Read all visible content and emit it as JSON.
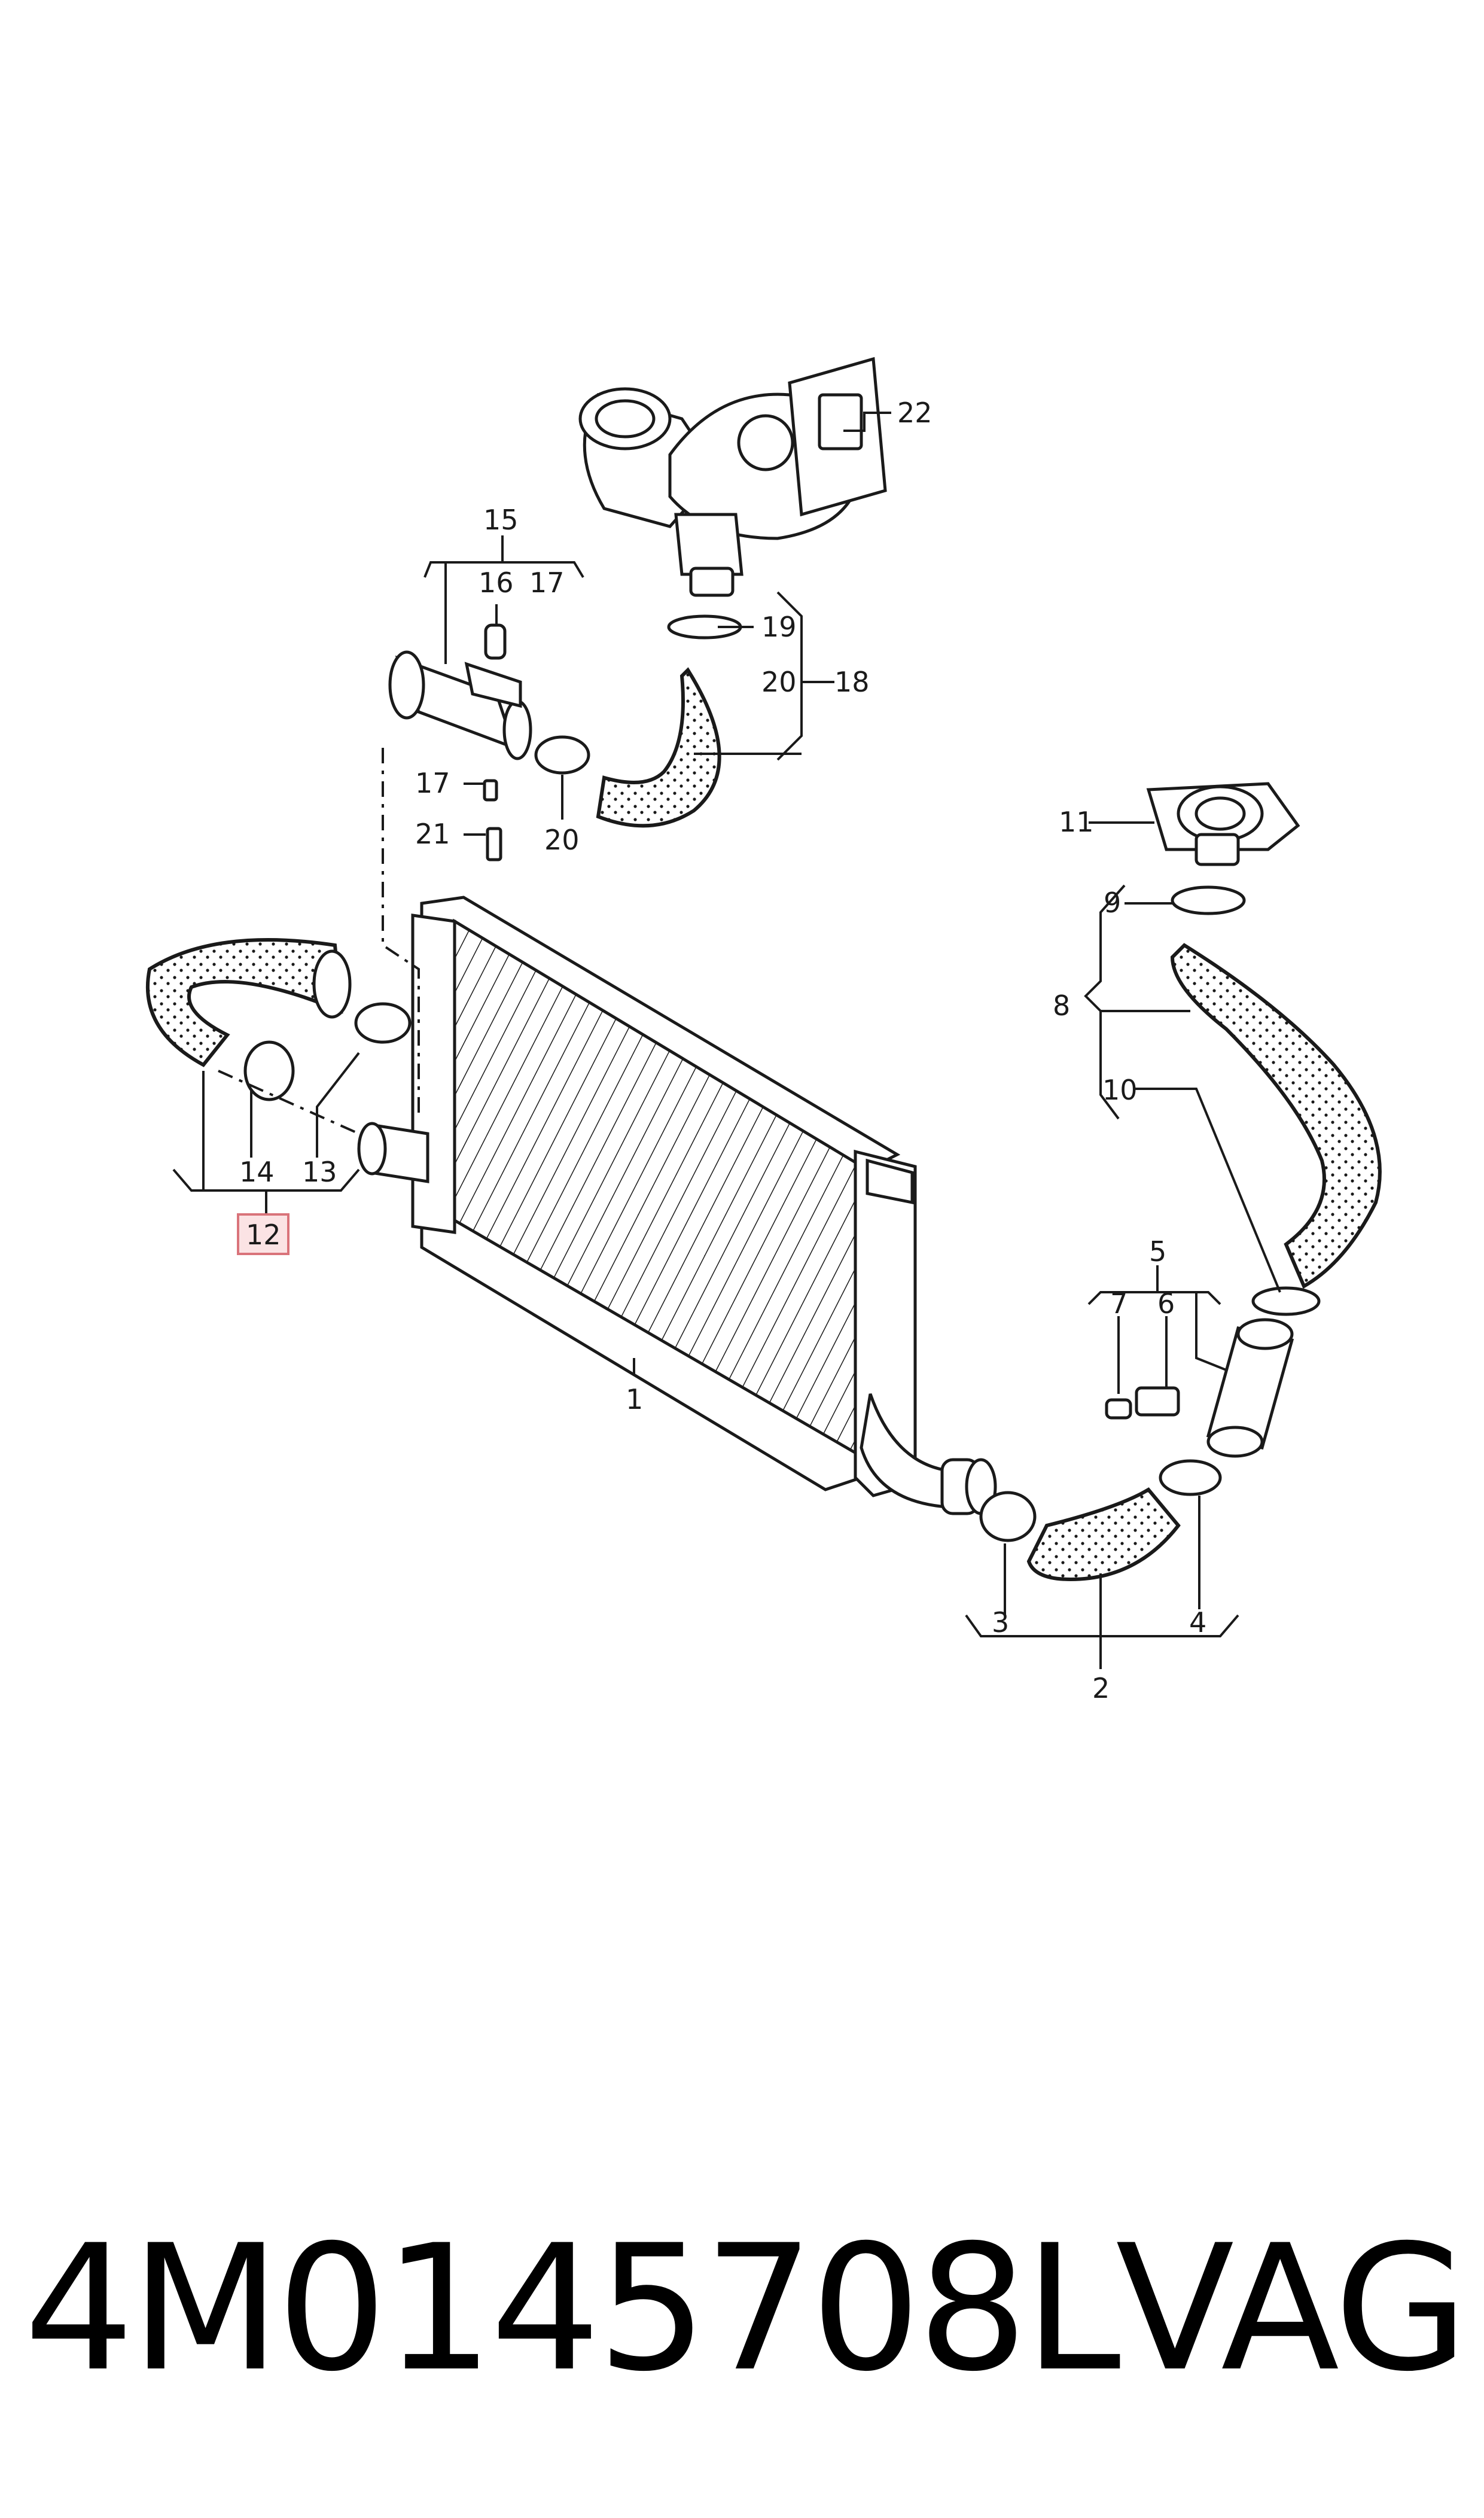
{
  "callouts": {
    "c1": "1",
    "c2": "2",
    "c3": "3",
    "c4": "4",
    "c5": "5",
    "c6": "6",
    "c7": "7",
    "c8": "8",
    "c9": "9",
    "c10": "10",
    "c11": "11",
    "c12": "12",
    "c13": "13",
    "c14": "14",
    "c15": "15",
    "c16": "16",
    "c17a": "17",
    "c17b": "17",
    "c18": "18",
    "c19": "19",
    "c20a": "20",
    "c20b": "20",
    "c21": "21",
    "c22": "22"
  },
  "highlight": {
    "callout": "12",
    "border_color": "#d9737a",
    "fill_color": "#fbe3e4"
  },
  "footer": {
    "part_number": "4M0145708L",
    "brand": "VAG"
  }
}
